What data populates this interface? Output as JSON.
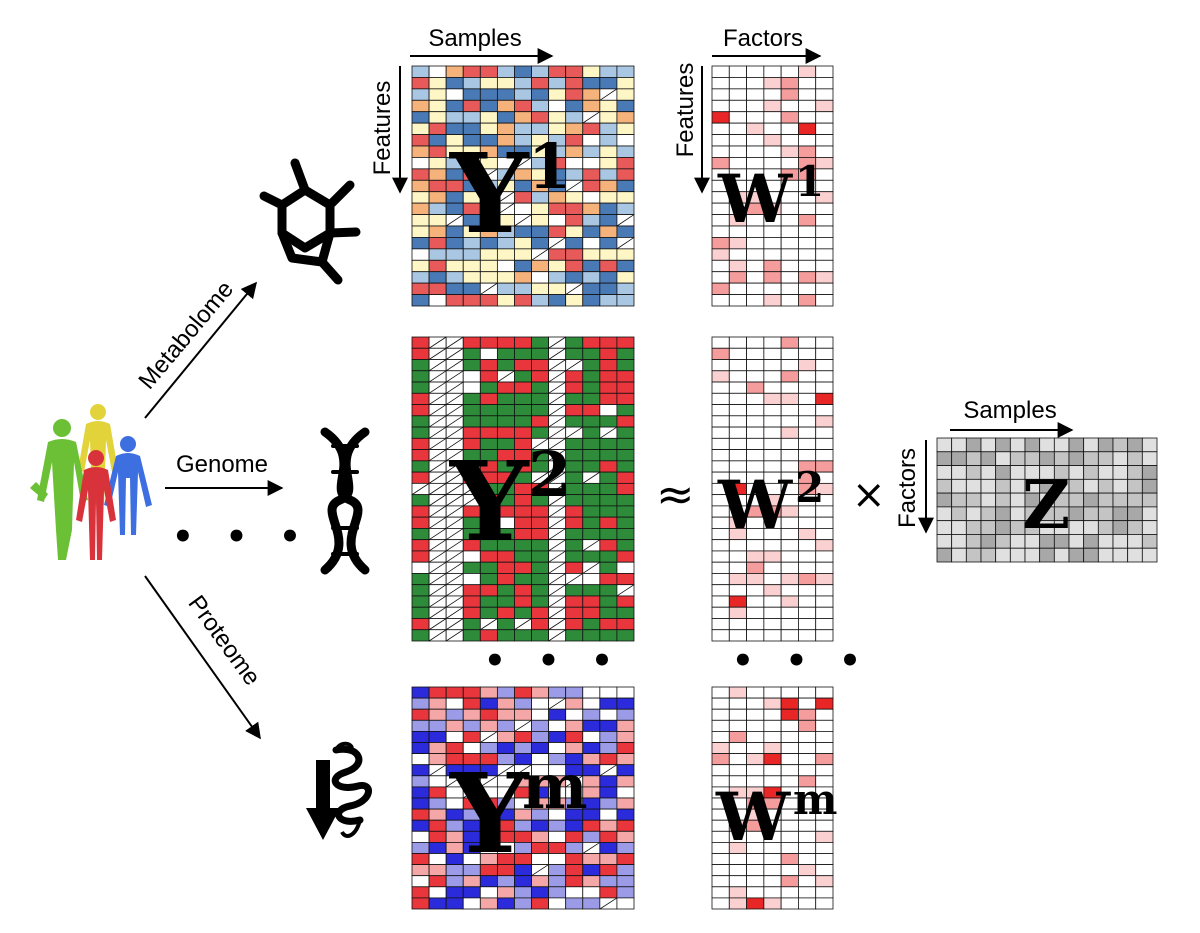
{
  "labels": {
    "samples_top": "Samples",
    "features_y": "Features",
    "factors_top": "Factors",
    "features_w": "Features",
    "samples_z": "Samples",
    "factors_z": "Factors",
    "metabolome": "Metabolome",
    "genome": "Genome",
    "proteome": "Proteome"
  },
  "matrices": {
    "y_letter": "Y",
    "y1_sup": "1",
    "y2_sup": "2",
    "ym_sup": "m",
    "w_letter": "W",
    "w1_sup": "1",
    "w2_sup": "2",
    "wm_sup": "m",
    "z_letter": "Z"
  },
  "symbols": {
    "approx": "≈",
    "times": "×",
    "ellipsis": "• • •"
  },
  "icons": {
    "people": "people-icon",
    "metabolite": "metabolite-molecule-icon",
    "dna": "dna-helix-icon",
    "protein": "protein-structure-icon"
  },
  "colors": {
    "y1_palette": [
      "#4a7ab5",
      "#a9c7e3",
      "#fff6c5",
      "#f5b27a",
      "#e85a5a",
      "#ffffff"
    ],
    "y2_palette": [
      "#2e8b3a",
      "#e8363c",
      "#ffffff"
    ],
    "ym_palette": [
      "#2b2bdc",
      "#9b9be8",
      "#f5a6a6",
      "#e8363c",
      "#ffffff"
    ],
    "w_palette": [
      "#ffffff",
      "#fbd0d0",
      "#f59c9c",
      "#e82626"
    ],
    "z_palette": [
      "#e0e0e0",
      "#c4c4c4",
      "#a8a8a8"
    ],
    "person_green": "#6cc036",
    "person_yellow": "#e2d33a",
    "person_red": "#d8333a",
    "person_blue": "#3e6fe0"
  }
}
